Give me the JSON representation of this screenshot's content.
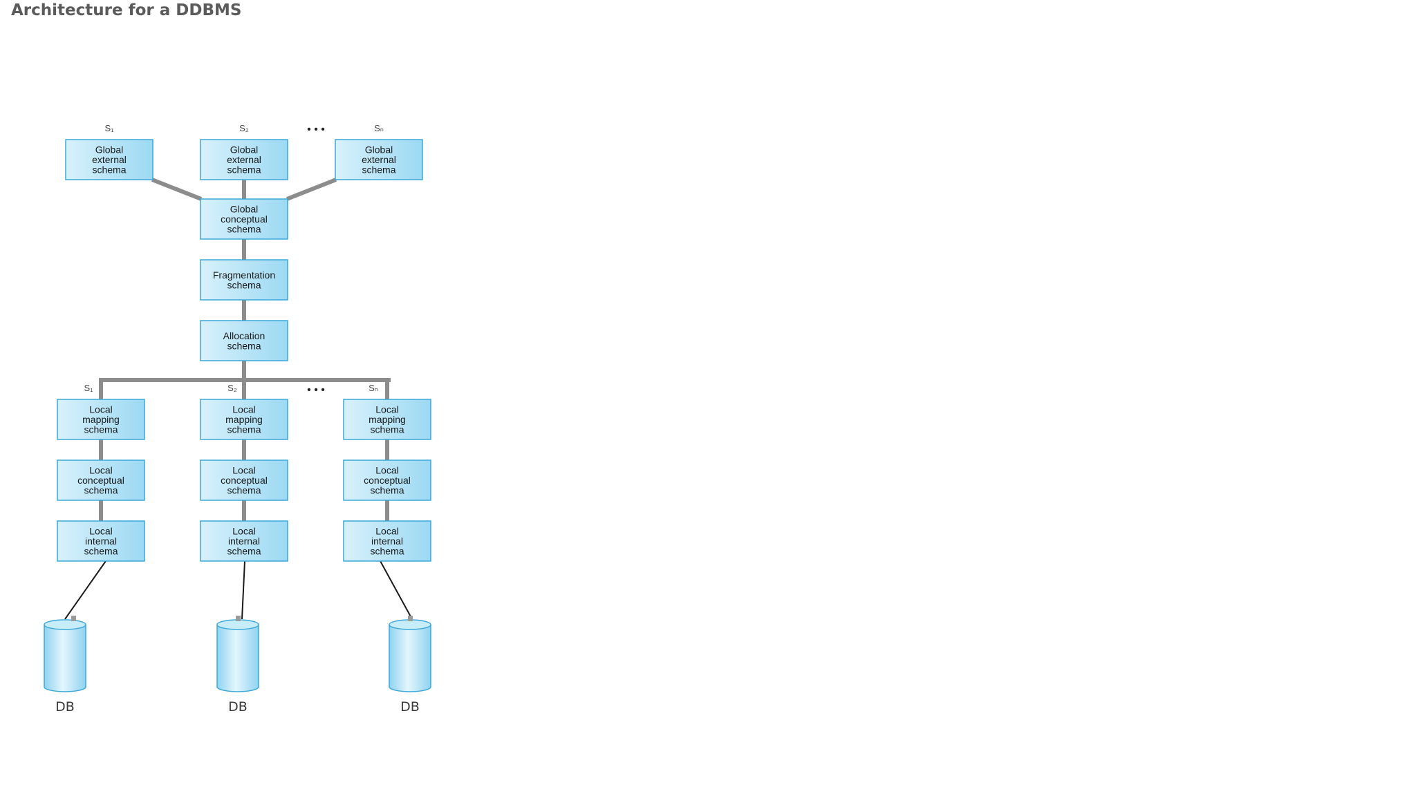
{
  "title": "Architecture for a DDBMS",
  "global_sites": [
    "S₁",
    "S₂",
    "Sₙ"
  ],
  "global_external": [
    [
      "Global",
      "external",
      "schema"
    ],
    [
      "Global",
      "external",
      "schema"
    ],
    [
      "Global",
      "external",
      "schema"
    ]
  ],
  "global_conceptual": [
    "Global",
    "conceptual",
    "schema"
  ],
  "fragmentation": [
    "Fragmentation",
    "schema"
  ],
  "allocation": [
    "Allocation",
    "schema"
  ],
  "local_sites": [
    "S₁",
    "S₂",
    "Sₙ"
  ],
  "local_mapping": [
    [
      "Local",
      "mapping",
      "schema"
    ],
    [
      "Local",
      "mapping",
      "schema"
    ],
    [
      "Local",
      "mapping",
      "schema"
    ]
  ],
  "local_conceptual": [
    [
      "Local",
      "conceptual",
      "schema"
    ],
    [
      "Local",
      "conceptual",
      "schema"
    ],
    [
      "Local",
      "conceptual",
      "schema"
    ]
  ],
  "local_internal": [
    [
      "Local",
      "internal",
      "schema"
    ],
    [
      "Local",
      "internal",
      "schema"
    ],
    [
      "Local",
      "internal",
      "schema"
    ]
  ],
  "databases": [
    "DB",
    "DB",
    "DB"
  ],
  "ellipsis": "• • •",
  "colors": {
    "box_fill_light": "#d8f1fb",
    "box_fill_dark": "#9cd9f3",
    "box_border": "#3ba7d8",
    "connector": "#8c8c8c",
    "db_line": "#1a1a1a"
  }
}
